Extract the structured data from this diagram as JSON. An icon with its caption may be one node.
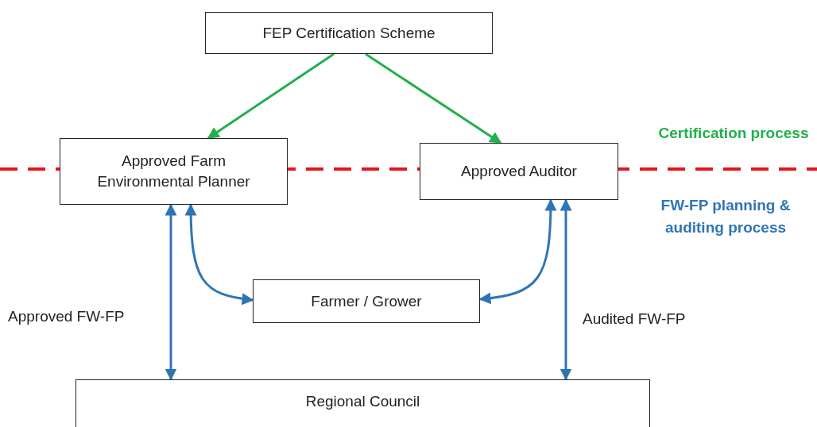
{
  "diagram": {
    "nodes": [
      {
        "text": [
          "FEP Certification Scheme"
        ]
      },
      {
        "text": [
          "Approved Farm Environmental Planner"
        ]
      },
      {
        "text": [
          "Approved Auditor"
        ]
      },
      {
        "text": [
          "Farmer / Grower"
        ]
      },
      {
        "text": [
          "Regional Council"
        ]
      }
    ],
    "edges": [
      {
        "from": 0,
        "to": 1,
        "arrow": "to",
        "color": "#21b04b"
      },
      {
        "from": 0,
        "to": 2,
        "arrow": "to",
        "color": "#21b04b"
      },
      {
        "from": 1,
        "to": 4,
        "arrow": "both",
        "label": "Approved FW-FP"
      },
      {
        "from": 1,
        "to": 3,
        "arrow": "both"
      },
      {
        "from": 2,
        "to": 3,
        "arrow": "both"
      },
      {
        "from": 2,
        "to": 4,
        "arrow": "both",
        "label": "Audited FW-FP"
      }
    ],
    "labels": [
      "Certification process",
      "FW-FP planning & auditing process"
    ]
  }
}
